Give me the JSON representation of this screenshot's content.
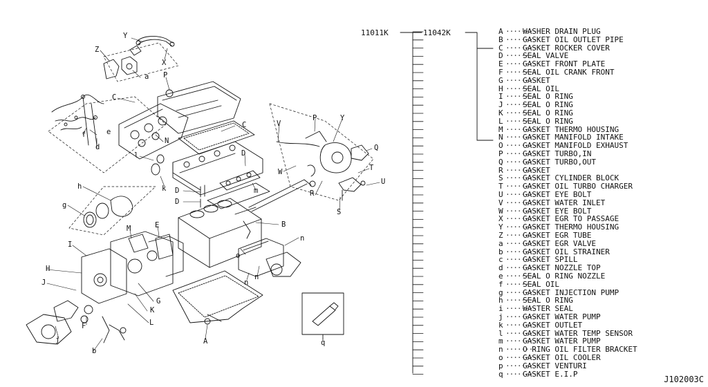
{
  "part_numbers": {
    "kit": "11011K",
    "subkit": "11042K"
  },
  "diagram_id": "J102003C",
  "callouts": [
    "Y",
    "X",
    "Z",
    "a",
    "P",
    "C",
    "N",
    "e",
    "f",
    "d",
    "C",
    "l",
    "D",
    "k",
    "D",
    "D",
    "h",
    "g",
    "M",
    "E",
    "I",
    "H",
    "J",
    "G",
    "K",
    "F",
    "L",
    "b",
    "j",
    "B",
    "n",
    "o",
    "m",
    "n",
    "n",
    "A",
    "q",
    "V",
    "P",
    "Y",
    "Q",
    "W",
    "R",
    "T",
    "U",
    "S"
  ],
  "legend": [
    {
      "key": "A",
      "name": "WASHER DRAIN PLUG"
    },
    {
      "key": "B",
      "name": "GASKET OIL OUTLET PIPE"
    },
    {
      "key": "C",
      "name": "GASKET ROCKER COVER"
    },
    {
      "key": "D",
      "name": "SEAL VALVE"
    },
    {
      "key": "E",
      "name": "GASKET FRONT PLATE"
    },
    {
      "key": "F",
      "name": "SEAL OIL CRANK FRONT"
    },
    {
      "key": "G",
      "name": "GASKET"
    },
    {
      "key": "H",
      "name": "SEAL OIL"
    },
    {
      "key": "I",
      "name": "SEAL O RING"
    },
    {
      "key": "J",
      "name": "SEAL O RING"
    },
    {
      "key": "K",
      "name": "SEAL O RING"
    },
    {
      "key": "L",
      "name": "SEAL O RING"
    },
    {
      "key": "M",
      "name": "GASKET THERMO HOUSING"
    },
    {
      "key": "N",
      "name": "GASKET MANIFOLD INTAKE"
    },
    {
      "key": "O",
      "name": "GASKET MANIFOLD EXHAUST"
    },
    {
      "key": "P",
      "name": "GASKET TURBO,IN"
    },
    {
      "key": "Q",
      "name": "GASKET TURBO,OUT"
    },
    {
      "key": "R",
      "name": "GASKET"
    },
    {
      "key": "S",
      "name": "GASKET CYLINDER BLOCK"
    },
    {
      "key": "T",
      "name": "GASKET OIL TURBO CHARGER"
    },
    {
      "key": "U",
      "name": "GASKET EYE BOLT"
    },
    {
      "key": "V",
      "name": "GASKET WATER INLET"
    },
    {
      "key": "W",
      "name": "GASKET EYE BOLT"
    },
    {
      "key": "X",
      "name": "GASKET EGR TO PASSAGE"
    },
    {
      "key": "Y",
      "name": "GASKET THERMO HOUSING"
    },
    {
      "key": "Z",
      "name": "GASKET EGR TUBE"
    },
    {
      "key": "a",
      "name": "GASKET EGR VALVE"
    },
    {
      "key": "b",
      "name": "GASKET OIL STRAINER"
    },
    {
      "key": "c",
      "name": "GASKET SPILL"
    },
    {
      "key": "d",
      "name": "GASKET NOZZLE TOP"
    },
    {
      "key": "e",
      "name": "SEAL O RING NOZZLE"
    },
    {
      "key": "f",
      "name": "SEAL OIL"
    },
    {
      "key": "g",
      "name": "GASKET INJECTION PUMP"
    },
    {
      "key": "h",
      "name": "SEAL O RING"
    },
    {
      "key": "i",
      "name": "WASTER SEAL"
    },
    {
      "key": "j",
      "name": "GASKET WATER PUMP"
    },
    {
      "key": "k",
      "name": "GASKET OUTLET"
    },
    {
      "key": "l",
      "name": "GASKET WATER TEMP SENSOR"
    },
    {
      "key": "m",
      "name": "GASKET WATER PUMP"
    },
    {
      "key": "n",
      "name": "O RING OIL FILTER BRACKET"
    },
    {
      "key": "o",
      "name": "GASKET OIL COOLER"
    },
    {
      "key": "p",
      "name": "GASKET VENTURI"
    },
    {
      "key": "q",
      "name": "GASKET E.I.P"
    }
  ]
}
